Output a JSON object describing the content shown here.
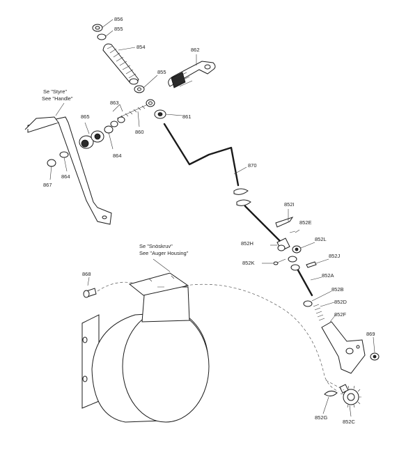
{
  "notes": {
    "handle": {
      "line1": "Se \"Styre\"",
      "line2": "See \"Handle\""
    },
    "auger": {
      "line1": "Se \"Snöskruv\"",
      "line2": "See \"Auger Housing\""
    }
  },
  "labels": {
    "p856": "856",
    "p855a": "855",
    "p854": "854",
    "p862": "862",
    "p855b": "855",
    "p863": "863",
    "p865": "865",
    "p861": "861",
    "p860": "860",
    "p864a": "864",
    "p864b": "864",
    "p867": "867",
    "p870": "870",
    "p852I": "852I",
    "p852E": "852E",
    "p852H": "852H",
    "p852L": "852L",
    "p852J": "852J",
    "p852K": "852K",
    "p852A": "852A",
    "p852B": "852B",
    "p852D": "852D",
    "p852F": "852F",
    "p868": "868",
    "p869": "869",
    "p852G": "852G",
    "p852C": "852C"
  }
}
